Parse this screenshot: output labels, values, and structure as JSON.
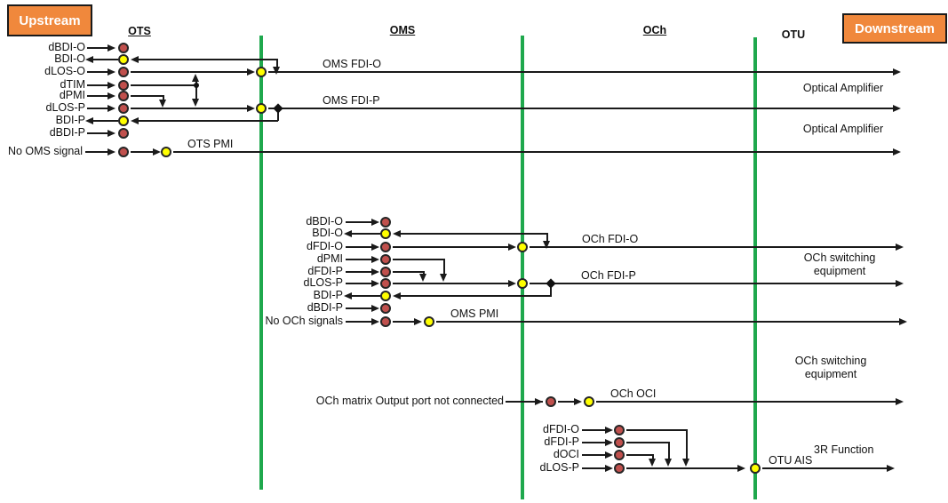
{
  "legend": {
    "upstream": "Upstream",
    "downstream": "Downstream"
  },
  "layers": {
    "ots": "OTS",
    "oms": "OMS",
    "och": "OCh",
    "otu": "OTU"
  },
  "colors": {
    "green_barrier": "#1fa84d",
    "defect_dot": "#c0504d",
    "signal_dot": "#ffff00",
    "orange_box": "#f0883c",
    "line": "#1a1a1a"
  },
  "ots_section": {
    "defects": {
      "dbdi_o": "dBDI-O",
      "bdi_o": "BDI-O",
      "dlos_o": "dLOS-O",
      "dtim": "dTIM",
      "dpmi": "dPMI",
      "dlos_p": "dLOS-P",
      "bdi_p": "BDI-P",
      "dbdi_p": "dBDI-P"
    },
    "no_signal": "No OMS signal",
    "signals": {
      "ots_pmi": "OTS PMI",
      "oms_fdi_o": "OMS FDI-O",
      "oms_fdi_p": "OMS FDI-P"
    }
  },
  "oms_section": {
    "defects": {
      "dbdi_o": "dBDI-O",
      "bdi_o": "BDI-O",
      "dfdi_o": "dFDI-O",
      "dpmi": "dPMI",
      "dfdi_p": "dFDI-P",
      "dlos_p": "dLOS-P",
      "bdi_p": "BDI-P",
      "dbdi_p": "dBDI-P"
    },
    "no_signal": "No OCh signals",
    "signals": {
      "oms_pmi": "OMS PMI",
      "och_fdi_o": "OCh FDI-O",
      "och_fdi_p": "OCh FDI-P"
    }
  },
  "och_section": {
    "not_connected": "OCh matrix Output port not connected",
    "defects": {
      "dfdi_o": "dFDI-O",
      "dfdi_p": "dFDI-P",
      "doci": "dOCI",
      "dlos_p": "dLOS-P"
    },
    "signals": {
      "och_oci": "OCh OCI",
      "otu_ais": "OTU AIS"
    }
  },
  "annotations": {
    "optical_amplifier": "Optical Amplifier",
    "och_switching": "OCh switching equipment",
    "three_r": "3R Function"
  }
}
